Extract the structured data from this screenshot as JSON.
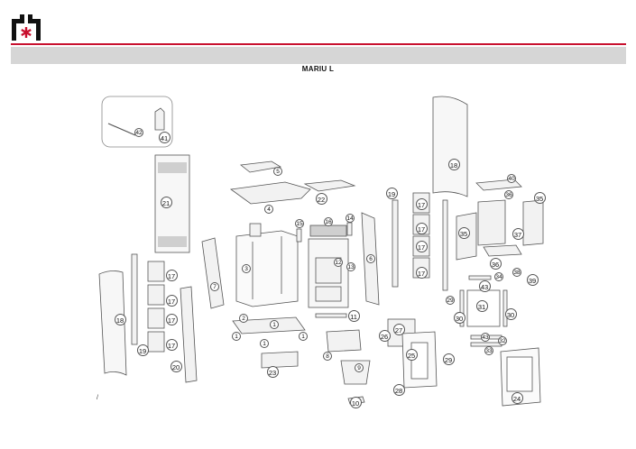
{
  "header": {
    "logo_name": "brand-logo",
    "accent_color": "#c8102e",
    "bar_color": "#d6d6d6"
  },
  "diagram": {
    "title": "MARIU L",
    "page_mark": "/",
    "callouts": [
      {
        "n": "42"
      },
      {
        "n": "41"
      },
      {
        "n": "21"
      },
      {
        "n": "5"
      },
      {
        "n": "4"
      },
      {
        "n": "22"
      },
      {
        "n": "19"
      },
      {
        "n": "18"
      },
      {
        "n": "40"
      },
      {
        "n": "36"
      },
      {
        "n": "35"
      },
      {
        "n": "17"
      },
      {
        "n": "17"
      },
      {
        "n": "17"
      },
      {
        "n": "17"
      },
      {
        "n": "35"
      },
      {
        "n": "37"
      },
      {
        "n": "36"
      },
      {
        "n": "38"
      },
      {
        "n": "39"
      },
      {
        "n": "34"
      },
      {
        "n": "43"
      },
      {
        "n": "31"
      },
      {
        "n": "30"
      },
      {
        "n": "30"
      },
      {
        "n": "29"
      },
      {
        "n": "15"
      },
      {
        "n": "16"
      },
      {
        "n": "14"
      },
      {
        "n": "3"
      },
      {
        "n": "12"
      },
      {
        "n": "13"
      },
      {
        "n": "6"
      },
      {
        "n": "7"
      },
      {
        "n": "17"
      },
      {
        "n": "17"
      },
      {
        "n": "17"
      },
      {
        "n": "17"
      },
      {
        "n": "18"
      },
      {
        "n": "19"
      },
      {
        "n": "20"
      },
      {
        "n": "2"
      },
      {
        "n": "1"
      },
      {
        "n": "1"
      },
      {
        "n": "1"
      },
      {
        "n": "1"
      },
      {
        "n": "11"
      },
      {
        "n": "23"
      },
      {
        "n": "8"
      },
      {
        "n": "9"
      },
      {
        "n": "10"
      },
      {
        "n": "27"
      },
      {
        "n": "26"
      },
      {
        "n": "25"
      },
      {
        "n": "28"
      },
      {
        "n": "29"
      },
      {
        "n": "43"
      },
      {
        "n": "32"
      },
      {
        "n": "33"
      },
      {
        "n": "24"
      }
    ]
  }
}
